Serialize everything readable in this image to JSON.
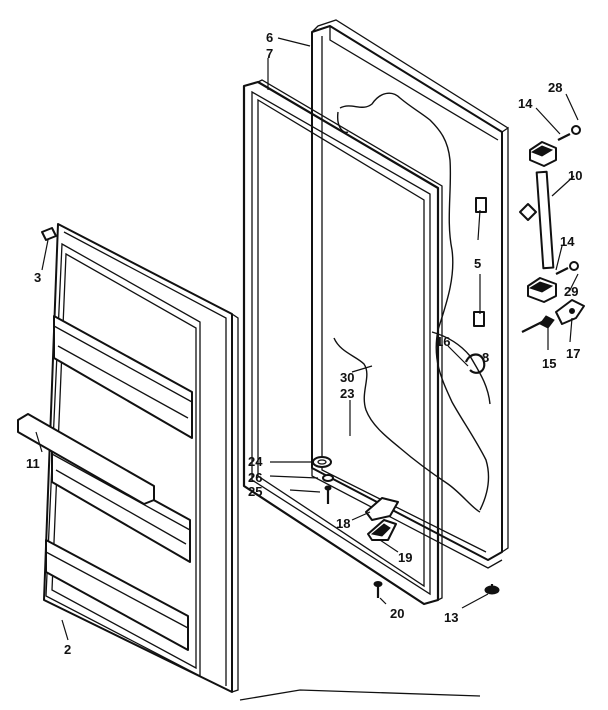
{
  "diagram": {
    "callouts": [
      {
        "id": "c-6",
        "text": "6"
      },
      {
        "id": "c-7",
        "text": "7"
      },
      {
        "id": "c-28",
        "text": "28"
      },
      {
        "id": "c-14a",
        "text": "14"
      },
      {
        "id": "c-10",
        "text": "10"
      },
      {
        "id": "c-14b",
        "text": "14"
      },
      {
        "id": "c-29",
        "text": "29"
      },
      {
        "id": "c-5",
        "text": "5"
      },
      {
        "id": "c-3",
        "text": "3"
      },
      {
        "id": "c-16",
        "text": "16"
      },
      {
        "id": "c-8",
        "text": "8"
      },
      {
        "id": "c-17",
        "text": "17"
      },
      {
        "id": "c-15",
        "text": "15"
      },
      {
        "id": "c-30",
        "text": "30"
      },
      {
        "id": "c-23",
        "text": "23"
      },
      {
        "id": "c-11",
        "text": "11"
      },
      {
        "id": "c-24",
        "text": "24"
      },
      {
        "id": "c-26",
        "text": "26"
      },
      {
        "id": "c-25",
        "text": "25"
      },
      {
        "id": "c-18",
        "text": "18"
      },
      {
        "id": "c-19",
        "text": "19"
      },
      {
        "id": "c-2",
        "text": "2"
      },
      {
        "id": "c-20",
        "text": "20"
      },
      {
        "id": "c-13",
        "text": "13"
      }
    ]
  }
}
